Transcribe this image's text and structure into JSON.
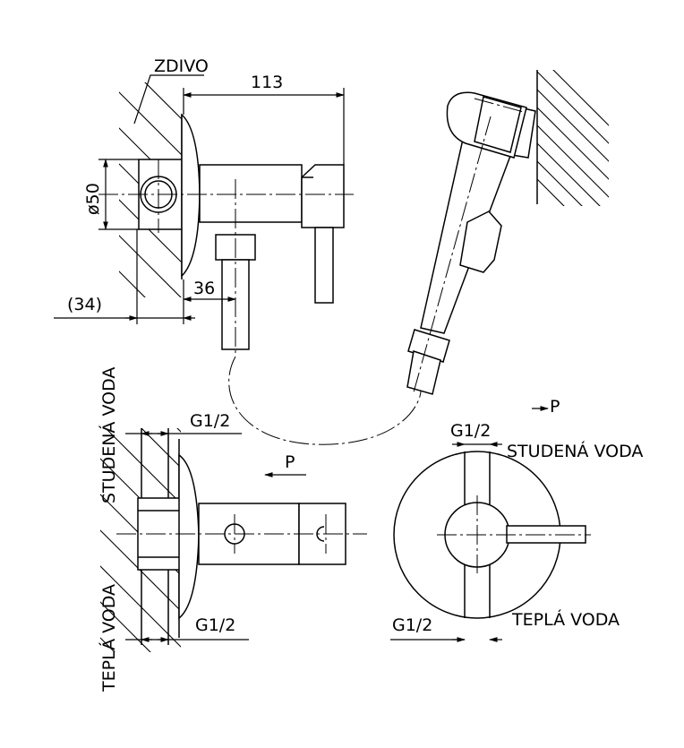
{
  "labels": {
    "wall": "ZDIVO",
    "dim_length": "113",
    "dim_diameter": "ø50",
    "dim_depth": "(34)",
    "dim_offset": "36",
    "thread_top": "G1/2",
    "thread_bottom": "G1/2",
    "thread_front_top": "G1/2",
    "thread_front_bottom": "G1/2",
    "cold_water_side": "STUDENÁ VODA",
    "hot_water_side": "TEPLÁ VODA",
    "cold_water_front": "STUDENÁ VODA",
    "hot_water_front": "TEPLÁ VODA",
    "view_p_left": "P",
    "view_p_right": "P"
  },
  "colors": {
    "line": "#000000",
    "background": "#ffffff"
  }
}
